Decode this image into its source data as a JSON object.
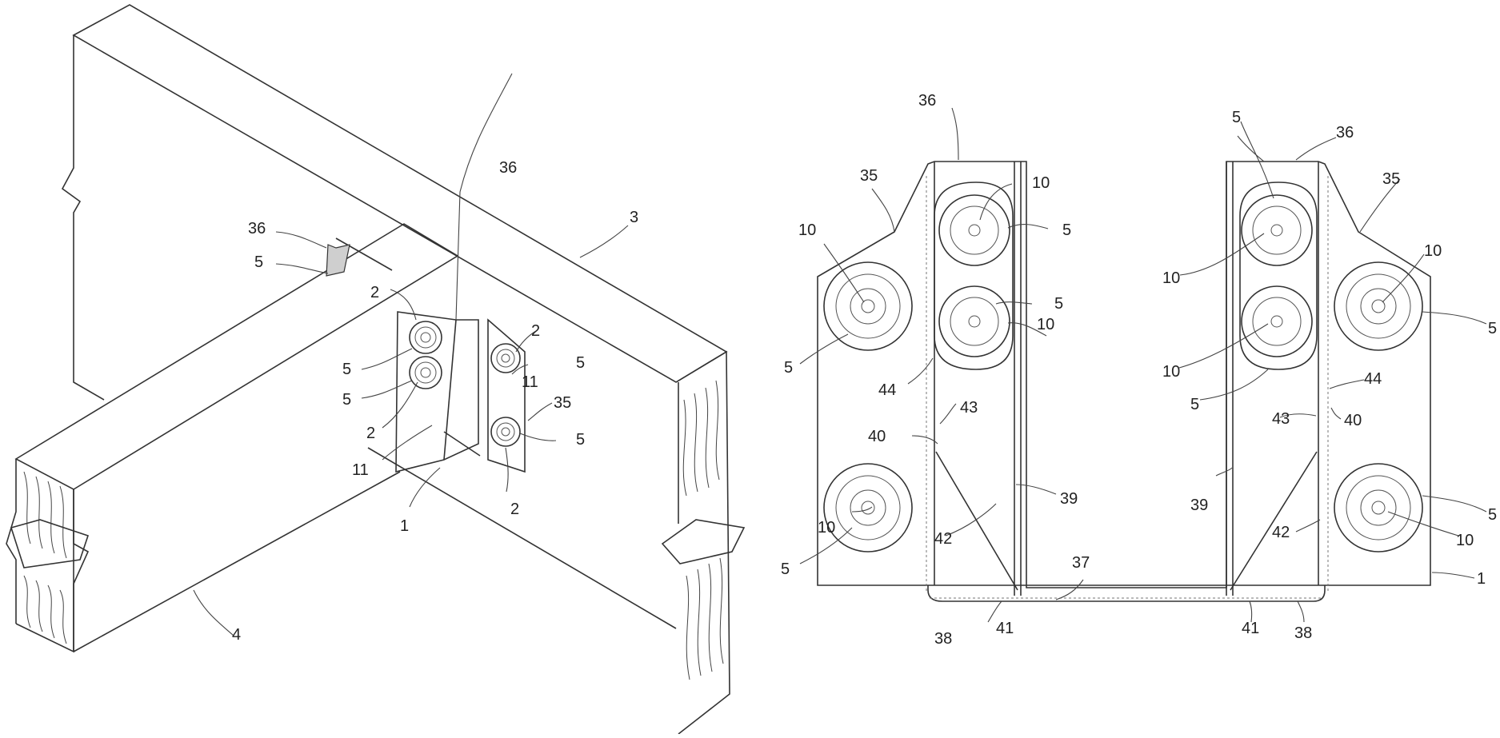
{
  "labels": {
    "n1": "1",
    "n2": "2",
    "n3": "3",
    "n4": "4",
    "n5": "5",
    "n10": "10",
    "n11": "11",
    "n35": "35",
    "n36": "36",
    "n37": "37",
    "n38": "38",
    "n39": "39",
    "n40": "40",
    "n41": "41",
    "n42": "42",
    "n43": "43",
    "n44": "44"
  },
  "colors": {
    "line": "#333333",
    "background": "#ffffff"
  }
}
